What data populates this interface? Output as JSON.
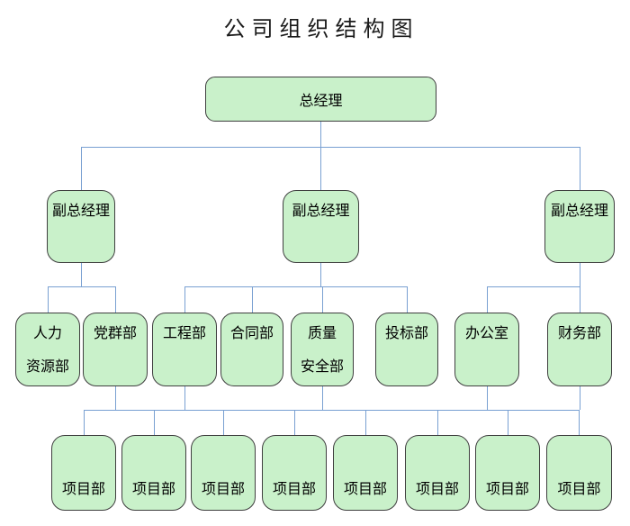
{
  "title": "公司组织结构图",
  "org": {
    "root": "总经理",
    "deputies": [
      "副总经理",
      "副总经理",
      "副总经理"
    ],
    "departments": [
      "人力\n资源部",
      "党群部",
      "工程部",
      "合同部",
      "质量\n安全部",
      "投标部",
      "办公室",
      "财务部"
    ],
    "projects": [
      "项目部",
      "项目部",
      "项目部",
      "项目部",
      "项目部",
      "项目部",
      "项目部",
      "项目部"
    ]
  },
  "colors": {
    "box_fill": "#c9f1ca",
    "box_border": "#3f3f3f",
    "connector_line": "#79a0d2",
    "text": "#000000",
    "background": "#ffffff"
  }
}
